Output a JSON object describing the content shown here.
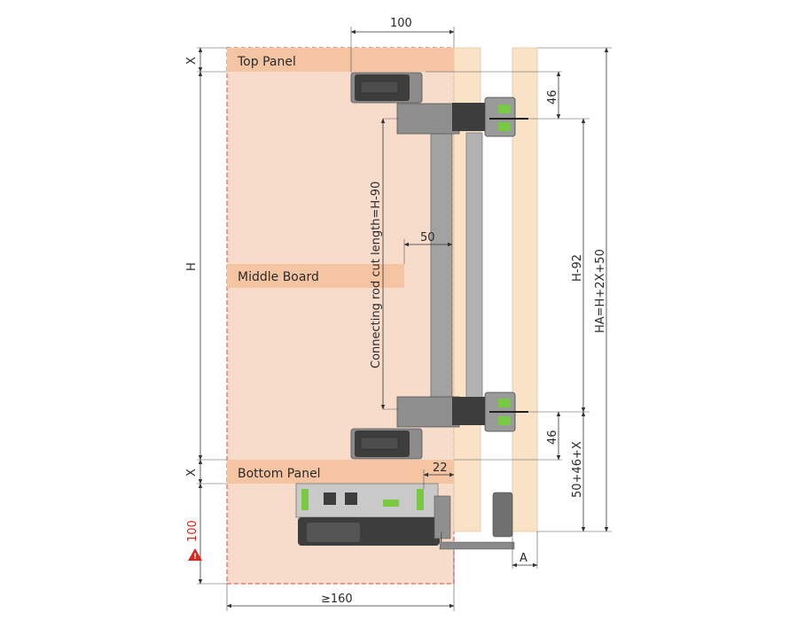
{
  "panels": {
    "top": "Top Panel",
    "middle": "Middle Board",
    "bottom": "Bottom Panel"
  },
  "dimensions": {
    "top_width": "100",
    "x_top": "X",
    "h": "H",
    "rod": "Connecting rod cut length=H-90",
    "offset_50": "50",
    "top_46": "46",
    "h_92": "H-92",
    "ha": "HA=H+2X+50",
    "bottom_46": "46",
    "x_bottom": "X",
    "gap_22": "22",
    "sum": "50+46+X",
    "min_100": "100",
    "a": "A",
    "min_width": "≥160"
  },
  "colors": {
    "cabinet_fill": "#f8dccb",
    "cabinet_border": "#e0443a",
    "panel_band": "#f5c4a2",
    "wood": "#f9e2c6",
    "rod": "#9a9a9a",
    "hardware_dark": "#3d3d3d",
    "accent_green": "#7ac943",
    "warning_red": "#e0241b"
  },
  "icons": {
    "warning": "warning-triangle-icon"
  }
}
